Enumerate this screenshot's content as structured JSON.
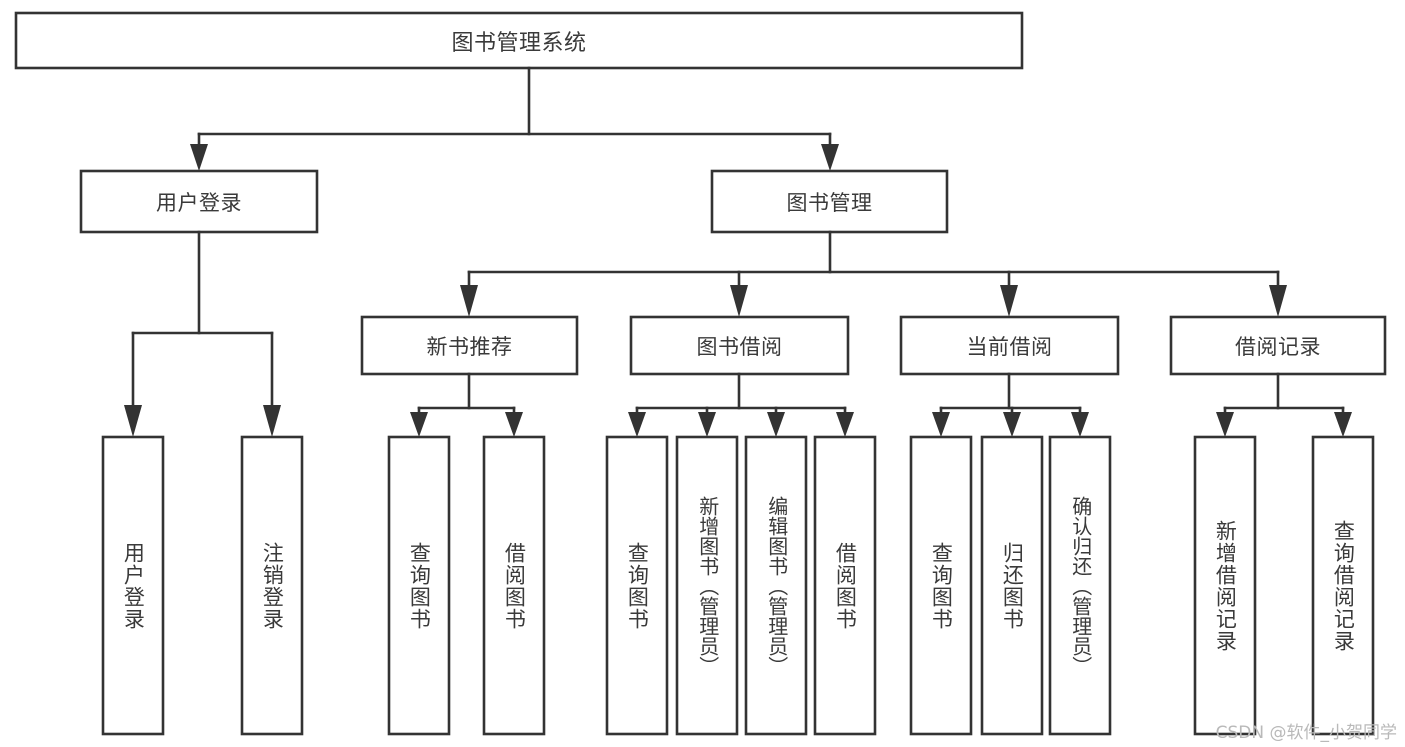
{
  "diagram": {
    "type": "hierarchy-tree",
    "title": "图书管理系统",
    "watermark": "CSDN @软件_小贺同学",
    "colors": {
      "box_stroke": "#333333",
      "box_fill": "#ffffff",
      "text": "#3a3a3a",
      "background": "#ffffff",
      "watermark": "#b9b9b9"
    },
    "levels": {
      "level1": [
        "图书管理系统"
      ],
      "level2": [
        "用户登录",
        "图书管理"
      ],
      "level3": [
        "新书推荐",
        "图书借阅",
        "当前借阅",
        "借阅记录"
      ],
      "level4": [
        "用户登录",
        "注销登录",
        "查询图书",
        "借阅图书",
        "查询图书",
        "新增图书（管理员）",
        "编辑图书（管理员）",
        "借阅图书",
        "查询图书",
        "归还图书",
        "确认归还（管理员）",
        "新增借阅记录",
        "查询借阅记录"
      ]
    },
    "nodes": {
      "root": {
        "label": "图书管理系统"
      },
      "user_login": {
        "label": "用户登录"
      },
      "book_manage": {
        "label": "图书管理"
      },
      "new_book_rec": {
        "label": "新书推荐"
      },
      "book_borrow": {
        "label": "图书借阅"
      },
      "current_borrow": {
        "label": "当前借阅"
      },
      "borrow_record": {
        "label": "借阅记录"
      },
      "leaf_user_login": {
        "label": "用户登录"
      },
      "leaf_user_logout": {
        "label": "注销登录"
      },
      "leaf_rec_query": {
        "label": "查询图书"
      },
      "leaf_rec_borrow": {
        "label": "借阅图书"
      },
      "leaf_borrow_query": {
        "label": "查询图书"
      },
      "leaf_borrow_add": {
        "label": "新增图书（管理员）"
      },
      "leaf_borrow_edit": {
        "label": "编辑图书（管理员）"
      },
      "leaf_borrow_lend": {
        "label": "借阅图书"
      },
      "leaf_cur_query": {
        "label": "查询图书"
      },
      "leaf_cur_return": {
        "label": "归还图书"
      },
      "leaf_cur_confirm": {
        "label": "确认归还（管理员）"
      },
      "leaf_rec_add": {
        "label": "新增借阅记录"
      },
      "leaf_rec_search": {
        "label": "查询借阅记录"
      }
    }
  }
}
